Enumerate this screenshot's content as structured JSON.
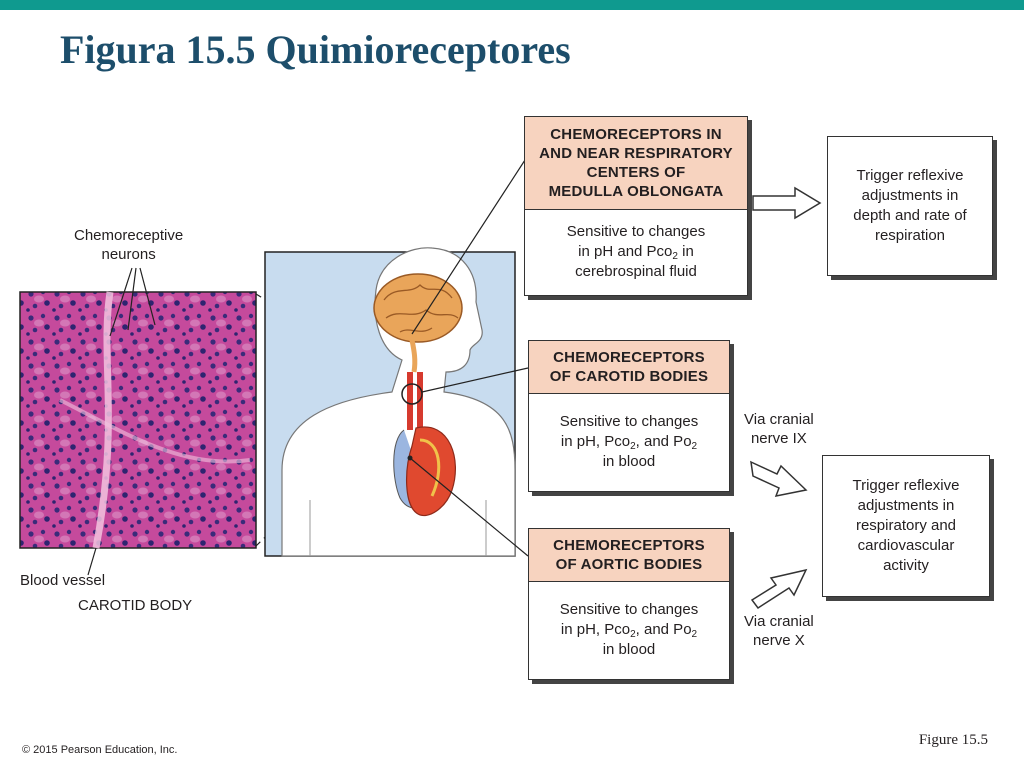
{
  "title": "Figura 15.5  Quimioreceptores",
  "labels": {
    "chemoreceptive_neurons": [
      "Chemoreceptive",
      "neurons"
    ],
    "blood_vessel": "Blood vessel",
    "carotid_body": "CAROTID BODY",
    "via_ix": [
      "Via cranial",
      "nerve IX"
    ],
    "via_x": [
      "Via cranial",
      "nerve X"
    ]
  },
  "boxes": {
    "medulla": {
      "head": [
        "CHEMORECEPTORS IN",
        "AND NEAR RESPIRATORY",
        "CENTERS OF",
        "MEDULLA OBLONGATA"
      ],
      "body_pre": "Sensitive to changes",
      "body_mid": "in pH and Pco",
      "body_sub": "2",
      "body_mid_post": " in",
      "body_end": "cerebrospinal fluid"
    },
    "carotid": {
      "head": [
        "CHEMORECEPTORS",
        "OF CAROTID BODIES"
      ],
      "body_pre": "Sensitive to changes",
      "l2a": "in pH, Pco",
      "l2s1": "2",
      "l2b": ", and Po",
      "l2s2": "2",
      "body_end": "in blood"
    },
    "aortic": {
      "head": [
        "CHEMORECEPTORS",
        "OF AORTIC BODIES"
      ],
      "body_pre": "Sensitive to changes",
      "l2a": "in pH, Pco",
      "l2s1": "2",
      "l2b": ", and Po",
      "l2s2": "2",
      "body_end": "in blood"
    }
  },
  "outputs": {
    "respiration": [
      "Trigger reflexive",
      "adjustments in",
      "depth and rate of",
      "respiration"
    ],
    "cardiovascular": [
      "Trigger reflexive",
      "adjustments in",
      "respiratory and",
      "cardiovascular",
      "activity"
    ]
  },
  "footer": {
    "copyright": "© 2015 Pearson Education, Inc.",
    "figure": "Figure 15.5"
  },
  "colors": {
    "accent_bar": "#0f9a8f",
    "title": "#1d4e6b",
    "box_header": "#f7d3bf",
    "panel_bg": "#c8dcef",
    "tissue": "#b0478f"
  }
}
